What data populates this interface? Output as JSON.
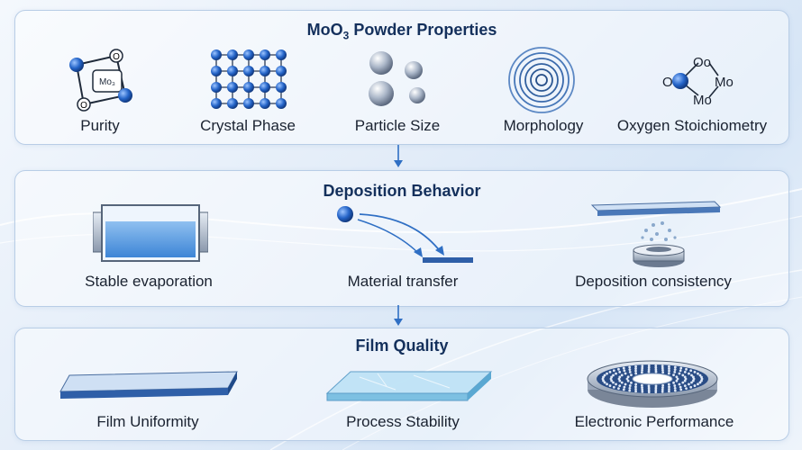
{
  "sections": [
    {
      "title_main": "MoO",
      "title_sub": "3",
      "title_rest": " Powder Properties",
      "items": [
        {
          "label": "Purity",
          "icon": "molecule-icon",
          "inner_label": "Mo₃",
          "atom_label": "O"
        },
        {
          "label": "Crystal Phase",
          "icon": "crystal-lattice-icon"
        },
        {
          "label": "Particle Size",
          "icon": "particles-icon"
        },
        {
          "label": "Morphology",
          "icon": "concentric-rings-icon"
        },
        {
          "label": "Oxygen Stoichiometry",
          "icon": "stoichiometry-molecule-icon",
          "atoms": [
            "O",
            "Oo",
            "Mo",
            "Mo"
          ]
        }
      ]
    },
    {
      "title": "Deposition Behavior",
      "items": [
        {
          "label": "Stable evaporation",
          "icon": "evaporation-tray-icon"
        },
        {
          "label": "Material transfer",
          "icon": "transfer-arrow-icon"
        },
        {
          "label": "Deposition consistency",
          "icon": "deposition-source-icon"
        }
      ]
    },
    {
      "title": "Film Quality",
      "items": [
        {
          "label": "Film Uniformity",
          "icon": "film-plate-icon"
        },
        {
          "label": "Process Stability",
          "icon": "glass-substrate-icon"
        },
        {
          "label": "Electronic Performance",
          "icon": "wafer-disc-icon"
        }
      ]
    }
  ],
  "colors": {
    "accent": "#2f6fc4",
    "title": "#14305c",
    "border": "#b8cde6"
  }
}
